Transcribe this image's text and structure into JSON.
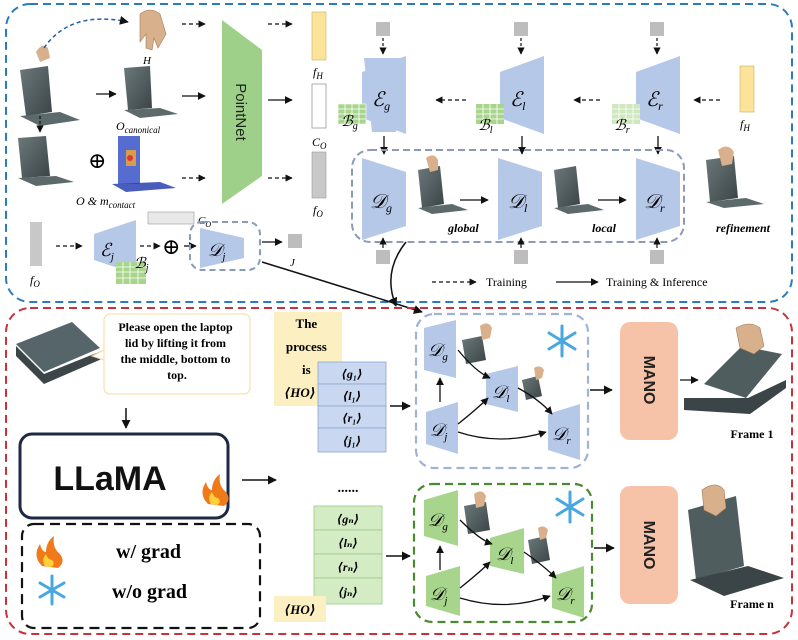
{
  "top": {
    "hand_symbol": "H",
    "canonical_label": "O",
    "canonical_sub": "canonical",
    "oplus": "⊕",
    "object_contact_label": "O & m",
    "object_contact_sub": "contact",
    "pointnet_label": "PointNet",
    "feat_fH": "f",
    "feat_fH_sub": "H",
    "feat_CO": "C",
    "feat_CO_sub": "O",
    "feat_fO": "f",
    "feat_fO_sub": "O",
    "enc_g": "ℰ",
    "enc_g_sub": "g",
    "enc_l": "ℰ",
    "enc_l_sub": "l",
    "enc_r": "ℰ",
    "enc_r_sub": "r",
    "code_g": "ℬ",
    "code_g_sub": "g",
    "code_l": "ℬ",
    "code_l_sub": "l",
    "code_r": "ℬ",
    "code_r_sub": "r",
    "dec_g": "𝒟",
    "dec_g_sub": "g",
    "dec_l": "𝒟",
    "dec_l_sub": "l",
    "dec_r": "𝒟",
    "dec_r_sub": "r",
    "stage_global": "global",
    "stage_local": "local",
    "stage_refinement": "refinement",
    "right_fH": "f",
    "right_fH_sub": "H",
    "bottom_fO": "f",
    "bottom_fO_sub": "O",
    "enc_j": "ℰ",
    "enc_j_sub": "j",
    "code_j": "ℬ",
    "code_j_sub": "j",
    "co_small": "C",
    "co_small_sub": "O",
    "dec_j": "𝒟",
    "dec_j_sub": "j",
    "j_label": "J",
    "legend_training": "Training",
    "legend_train_inf": "Training & Inference"
  },
  "bottom": {
    "instruction": [
      "Please open the laptop",
      "lid by lifting it from",
      "the middle, bottom to",
      "top."
    ],
    "llama_label": "LLaMA",
    "legend_grad": "w/ grad",
    "legend_nograd": "w/o grad",
    "process_text": [
      "The",
      "process",
      "is",
      "⟨HO⟩"
    ],
    "tokens_frame1": [
      "⟨g₁⟩",
      "⟨l₁⟩",
      "⟨r₁⟩",
      "⟨j₁⟩"
    ],
    "ellipsis": "......",
    "tokens_framen": [
      "⟨gₙ⟩",
      "⟨lₙ⟩",
      "⟨rₙ⟩",
      "⟨jₙ⟩"
    ],
    "ho_token": "⟨HO⟩",
    "mano_label": "MANO",
    "frame1_label": "Frame 1",
    "framen_label": "Frame n",
    "dec_g": "𝒟",
    "dec_g_sub": "g",
    "dec_l": "𝒟",
    "dec_l_sub": "l",
    "dec_j": "𝒟",
    "dec_j_sub": "j",
    "dec_r": "𝒟",
    "dec_r_sub": "r"
  },
  "colors": {
    "top_border": "#2b7bbf",
    "bottom_border": "#c8323a",
    "encoder_blue": "#b6c8e8",
    "decoder_green": "#a8d58c",
    "pointnet_green": "#9fd08a",
    "mano_orange": "#f7c3a8",
    "feature_yellow": "#fbe49a",
    "token_blue": "#c9d8f0",
    "token_green": "#d4ecc4",
    "text_yellow": "#fcefc2",
    "laptop": "#4f5d5f"
  }
}
